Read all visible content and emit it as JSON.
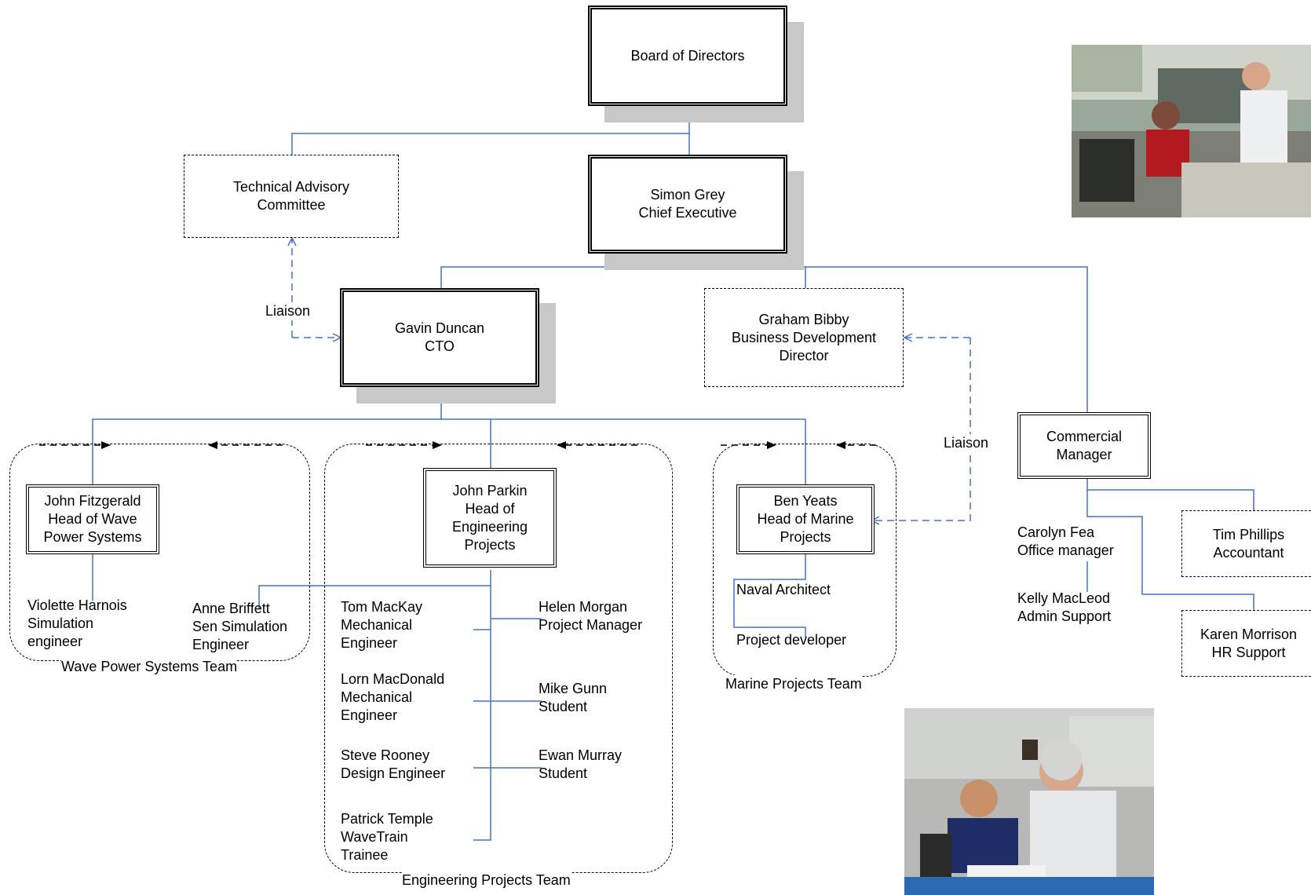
{
  "board": "Board of Directors",
  "tac": "Technical Advisory\nCommittee",
  "ceo": "Simon Grey\nChief Executive",
  "cto": "Gavin Duncan\nCTO",
  "bdd": "Graham Bibby\nBusiness Development\nDirector",
  "commercial": "Commercial\nManager",
  "liaison_left": "Liaison",
  "liaison_right": "Liaison",
  "wave": {
    "head": "John Fitzgerald\nHead of Wave\nPower Systems",
    "member1": "Violette Harnois\nSimulation\nengineer",
    "member2": "Anne Briffett\nSen Simulation\nEngineer",
    "team_label": "Wave Power Systems Team"
  },
  "eng": {
    "head": "John Parkin\nHead of\nEngineering\nProjects",
    "left": [
      "Tom MacKay\nMechanical\nEngineer",
      "Lorn MacDonald\nMechanical\nEngineer",
      "Steve Rooney\nDesign Engineer",
      "Patrick Temple\nWaveTrain\nTrainee"
    ],
    "right": [
      "Helen Morgan\nProject Manager",
      "Mike Gunn\nStudent",
      "Ewan Murray\nStudent"
    ],
    "team_label": "Engineering Projects Team"
  },
  "marine": {
    "head": "Ben Yeats\nHead of Marine\nProjects",
    "member1": "Naval Architect",
    "member2": "Project developer",
    "team_label": "Marine Projects Team"
  },
  "commercial_staff": {
    "carolyn": "Carolyn Fea\nOffice manager",
    "kelly": "Kelly MacLeod\nAdmin Support",
    "tim": "Tim Phillips\nAccountant",
    "karen": "Karen Morrison\nHR Support"
  },
  "colors": {
    "connector": "#4472c4",
    "shadow": "#c8c8c8"
  }
}
